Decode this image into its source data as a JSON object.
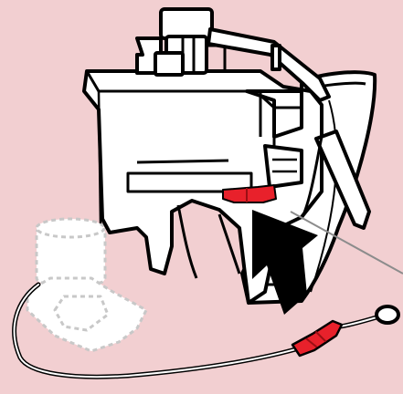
{
  "diagram": {
    "type": "line-art illustration",
    "colors": {
      "background": "#f2cfd1",
      "line": "#000000",
      "fill": "#ffffff",
      "highlight": "#e8212b",
      "arrow": "#000000",
      "ghost_outline": "#c8c8c8"
    },
    "parts": [
      {
        "name": "housing-unit",
        "icon": "appliance-housing",
        "style": "solid outline"
      },
      {
        "name": "lever-handle",
        "icon": "lever",
        "style": "solid outline"
      },
      {
        "name": "red-latch",
        "icon": "latch",
        "style": "red fill",
        "highlighted": true
      },
      {
        "name": "direction-arrow",
        "icon": "arrow-up-left",
        "points_to": "red-latch"
      },
      {
        "name": "removed-component",
        "icon": "ghost-part",
        "style": "dashed outline"
      },
      {
        "name": "probe-cable",
        "icon": "cable-with-red-connector",
        "style": "solid outline"
      },
      {
        "name": "callout-line",
        "icon": "leader-line",
        "style": "thin gray line"
      }
    ]
  }
}
